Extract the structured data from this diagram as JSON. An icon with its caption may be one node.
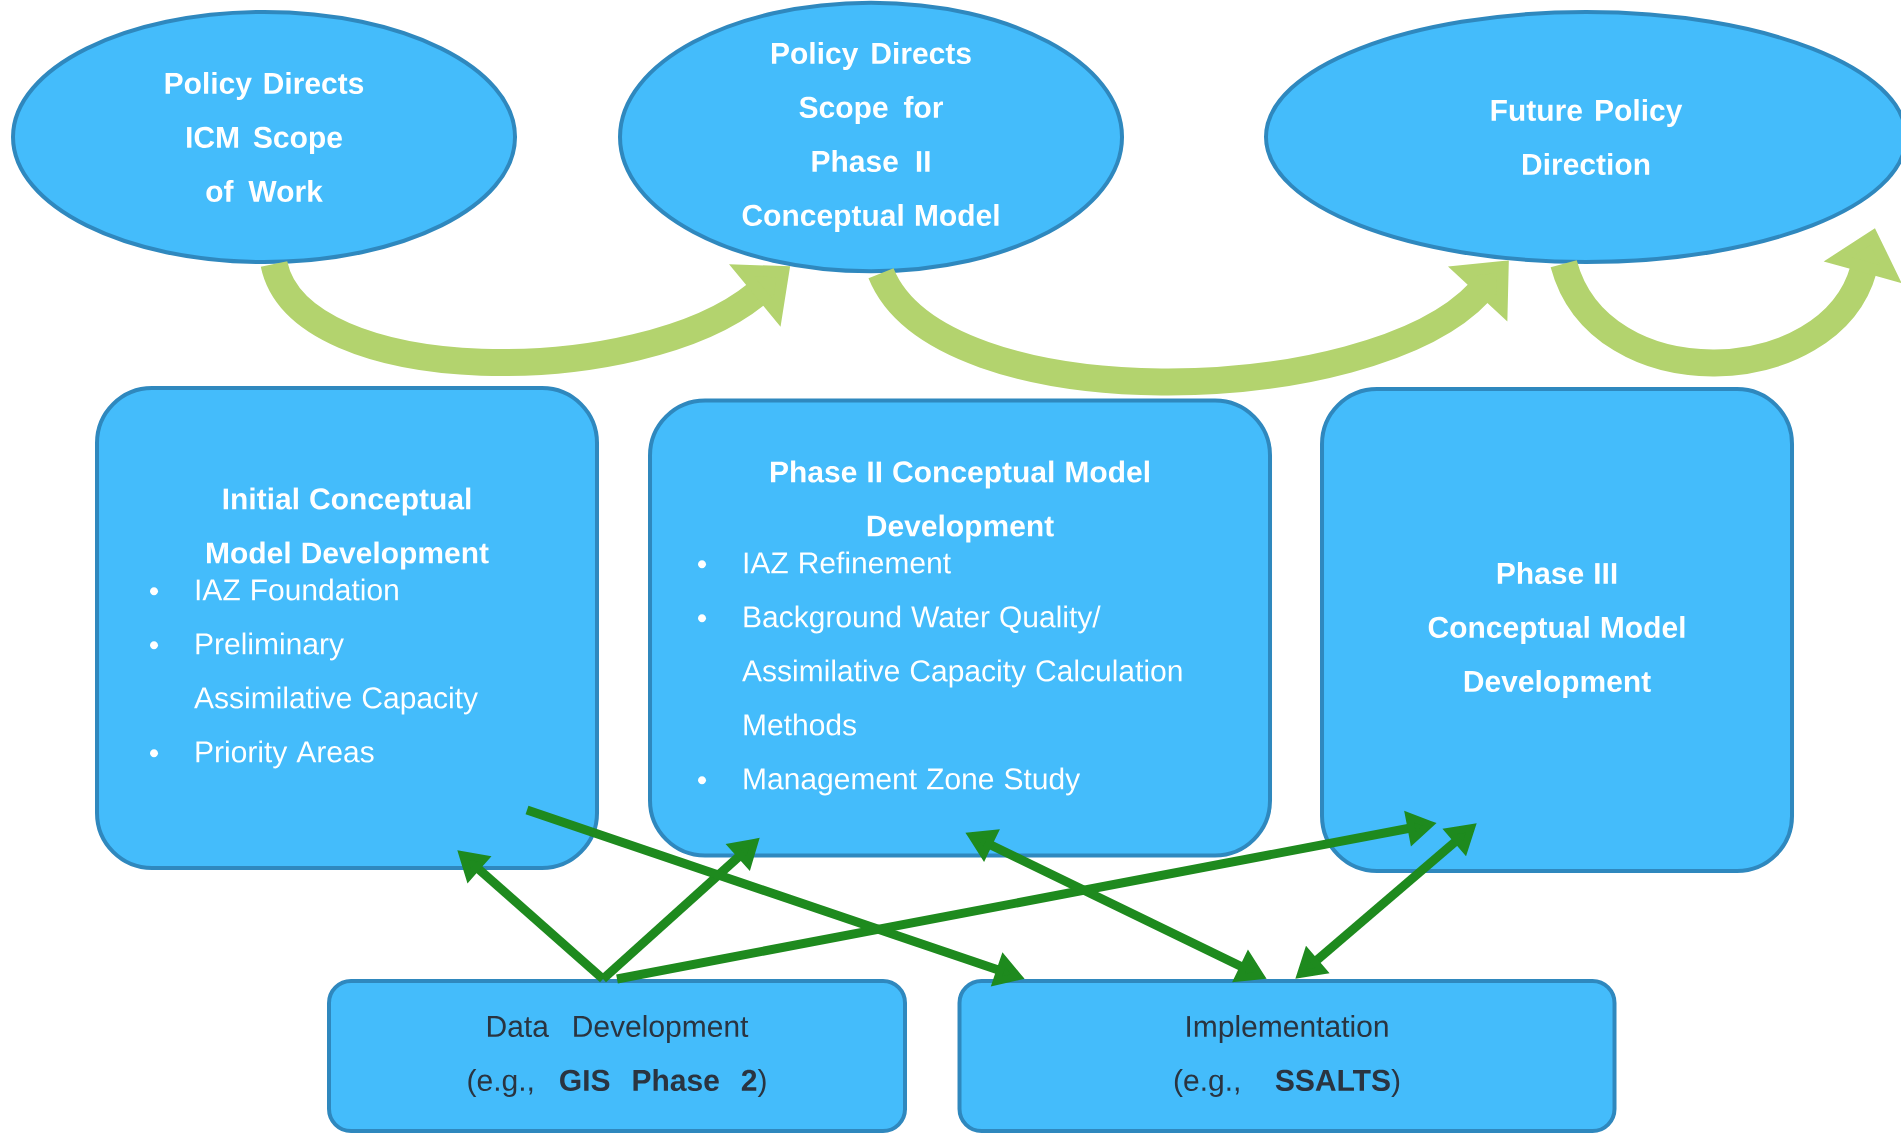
{
  "diagram": {
    "nodes": [
      {
        "text": [
          "Policy Directs ICM Scope of Work"
        ]
      },
      {
        "text": [
          "Policy Directs Scope for Phase II Conceptual Model"
        ]
      },
      {
        "text": [
          "Future Policy Direction"
        ]
      },
      {
        "text": [
          "Initial Conceptual Model Development",
          "IAZ Foundation",
          "Preliminary Assimilative Capacity",
          "Priority Areas"
        ]
      },
      {
        "text": [
          "Phase II Conceptual Model Development",
          "IAZ Refinement",
          "Background Water Quality/ Assimilative Capacity Calculation Methods",
          "Management Zone Study"
        ]
      },
      {
        "text": [
          "Phase III Conceptual Model Development"
        ]
      },
      {
        "text": [
          "Data Development",
          "(e.g., **GIS Phase 2**)"
        ]
      },
      {
        "text": [
          "Implementation",
          "(e.g., **SSALTS**)"
        ]
      }
    ],
    "edges": [
      {
        "from": 0,
        "to": 1,
        "arrow": "to",
        "style": "thick",
        "color": "#b3d36e"
      },
      {
        "from": 1,
        "to": 2,
        "arrow": "to",
        "style": "thick",
        "color": "#b3d36e"
      },
      {
        "from": 2,
        "to": null,
        "arrow": "to",
        "style": "thick",
        "color": "#b3d36e"
      },
      {
        "from": 6,
        "to": 3,
        "arrow": "to"
      },
      {
        "from": 6,
        "to": 4,
        "arrow": "to"
      },
      {
        "from": 6,
        "to": 5,
        "arrow": "to"
      },
      {
        "from": 3,
        "to": 7,
        "arrow": "to"
      },
      {
        "from": 4,
        "to": 7,
        "arrow": "both"
      },
      {
        "from": 5,
        "to": 7,
        "arrow": "both"
      }
    ]
  }
}
